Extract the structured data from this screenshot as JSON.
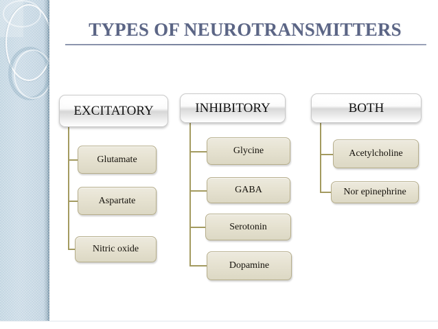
{
  "slide": {
    "title": "TYPES OF NEUROTRANSMITTERS",
    "background_color": "#ffffff",
    "title_color": "#5b6585",
    "connector_color": "#a39a5f",
    "node_fill_color": "#e6e2d1",
    "header_fill_color": "#f4f4f4",
    "sidebar_color": "#c3d6e2"
  },
  "sidebar": {
    "name": "decorative-sidebar",
    "shapes": [
      "ring-large-outline",
      "ring-medium-thick",
      "ring-inner-thin",
      "corner-block"
    ]
  },
  "diagram": {
    "columns": [
      {
        "id": "excitatory",
        "header": "EXCITATORY",
        "items": [
          {
            "id": "glutamate",
            "label": "Glutamate"
          },
          {
            "id": "aspartate",
            "label": "Aspartate"
          },
          {
            "id": "nitric-oxide",
            "label": "Nitric oxide"
          }
        ]
      },
      {
        "id": "inhibitory",
        "header": "INHIBITORY",
        "items": [
          {
            "id": "glycine",
            "label": "Glycine"
          },
          {
            "id": "gaba",
            "label": "GABA"
          },
          {
            "id": "serotonin",
            "label": "Serotonin"
          },
          {
            "id": "dopamine",
            "label": "Dopamine"
          }
        ]
      },
      {
        "id": "both",
        "header": "BOTH",
        "items": [
          {
            "id": "acetylcholine",
            "label": "Acetylcholine"
          },
          {
            "id": "nor-epinephrine",
            "label": "Nor epinephrine"
          }
        ]
      }
    ]
  }
}
